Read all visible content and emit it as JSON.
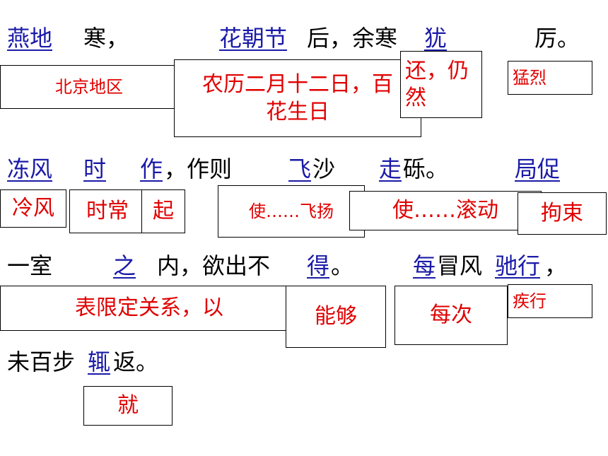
{
  "lines": [
    {
      "segments": [
        {
          "text": "燕地",
          "kw": true
        },
        {
          "text": "寒，",
          "kw": false
        },
        {
          "text": "花朝节",
          "kw": true
        },
        {
          "text": "后，余寒",
          "kw": false
        },
        {
          "text": "犹",
          "kw": true
        },
        {
          "text": "厉。",
          "kw": false
        }
      ]
    },
    {
      "segments": [
        {
          "text": "冻风",
          "kw": true
        },
        {
          "text": "时",
          "kw": true
        },
        {
          "text": "作",
          "kw": true
        },
        {
          "text": "，作则",
          "kw": false
        },
        {
          "text": "飞",
          "kw": true
        },
        {
          "text": "沙",
          "kw": false
        },
        {
          "text": "走",
          "kw": true
        },
        {
          "text": "砾。",
          "kw": false
        },
        {
          "text": "局促",
          "kw": true
        }
      ]
    },
    {
      "segments": [
        {
          "text": "一室",
          "kw": false
        },
        {
          "text": "之",
          "kw": true
        },
        {
          "text": "内，欲出不",
          "kw": false
        },
        {
          "text": "得",
          "kw": true
        },
        {
          "text": "。",
          "kw": false
        },
        {
          "text": "每",
          "kw": true
        },
        {
          "text": "冒风",
          "kw": false
        },
        {
          "text": "驰行",
          "kw": true
        },
        {
          "text": "，",
          "kw": false
        }
      ]
    },
    {
      "segments": [
        {
          "text": "未百步",
          "kw": false
        },
        {
          "text": "辄",
          "kw": true
        },
        {
          "text": "返。",
          "kw": false
        }
      ]
    }
  ],
  "notes": [
    "北京地区",
    "农历二月十二日，百花生日",
    "还，仍然",
    "猛烈",
    "冷风",
    "时常",
    "起",
    "使……飞扬",
    "使……滚动",
    "拘束",
    "表限定关系，以",
    "能够",
    "每次",
    "疾行",
    "就"
  ],
  "colors": {
    "keyword": "#1a1aa8",
    "note": "#e00000",
    "text": "#000000"
  }
}
